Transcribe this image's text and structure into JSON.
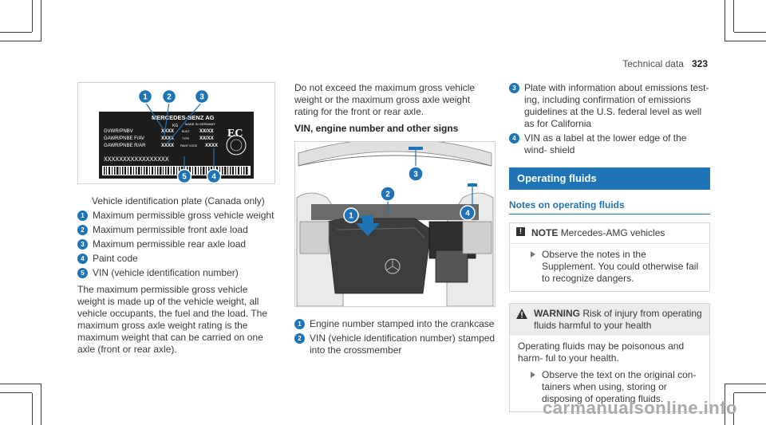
{
  "header": {
    "section": "Technical data",
    "page": "323"
  },
  "figure1": {
    "brand": "MERCEDES-BENZ AG",
    "made_in": "MADE IN GERMANY",
    "rows": [
      {
        "label": "GVWR/PNBV",
        "value": "XXXX",
        "tag": "BUILT",
        "right": "XX/XX"
      },
      {
        "label": "GAWR/PNBE F/AV",
        "value": "XXXX",
        "tag": "TYPE",
        "right": "XX/XX"
      },
      {
        "label": "GAWR/PNBE R/AR",
        "value": "XXXX",
        "tag": "PAINT CODE",
        "right": "XXXX"
      }
    ],
    "kg": "KG",
    "ec": "EC",
    "vin": "XXXXXXXXXXXXXXXXX",
    "callouts": [
      "1",
      "2",
      "3",
      "4",
      "5"
    ]
  },
  "col1": {
    "caption": "Vehicle identification plate (Canada only)",
    "items": [
      {
        "num": "1",
        "text": "Maximum permissible gross vehicle weight"
      },
      {
        "num": "2",
        "text": "Maximum permissible front axle load"
      },
      {
        "num": "3",
        "text": "Maximum permissible rear axle load"
      },
      {
        "num": "4",
        "text": "Paint code"
      },
      {
        "num": "5",
        "text": "VIN (vehicle identification number)"
      }
    ],
    "paragraph": "The maximum permissible gross vehicle weight is made up of the vehicle weight, all vehicle occupants, the fuel and the load. The maximum gross axle weight rating is the maximum weight that can be carried on one axle (front or rear axle)."
  },
  "col2": {
    "intro": "Do not exceed the maximum gross vehicle weight or the maximum gross axle weight rating for the front or rear axle.",
    "heading": "VIN, engine number and other signs",
    "figure_callouts": [
      "1",
      "2",
      "3",
      "4"
    ],
    "items": [
      {
        "num": "1",
        "text": "Engine number stamped into the crankcase"
      },
      {
        "num": "2",
        "text": "VIN (vehicle identification number) stamped into the crossmember"
      }
    ]
  },
  "col3": {
    "items": [
      {
        "num": "3",
        "text": "Plate with information about emissions test- ing, including confirmation of emissions guidelines at the U.S. federal level as well as for California"
      },
      {
        "num": "4",
        "text": "VIN as a label at the lower edge of the wind- shield"
      }
    ],
    "band": "Operating fluids",
    "subhead": "Notes on operating fluids",
    "note": {
      "label": "NOTE",
      "text": "Mercedes-AMG vehicles",
      "bullet": "Observe the notes in the Supplement. You could otherwise fail to recognize dangers."
    },
    "warning": {
      "label": "WARNING",
      "text": "Risk of injury from operating fluids harmful to your health",
      "body": "Operating fluids may be poisonous and harm- ful to your health.",
      "bullet": "Observe the text on the original con- tainers when using, storing or disposing of operating fluids."
    }
  },
  "watermark": "carmanualsonline.info",
  "colors": {
    "accent": "#1e74b5",
    "text": "#3a3a3a",
    "box_head": "#ececec"
  }
}
